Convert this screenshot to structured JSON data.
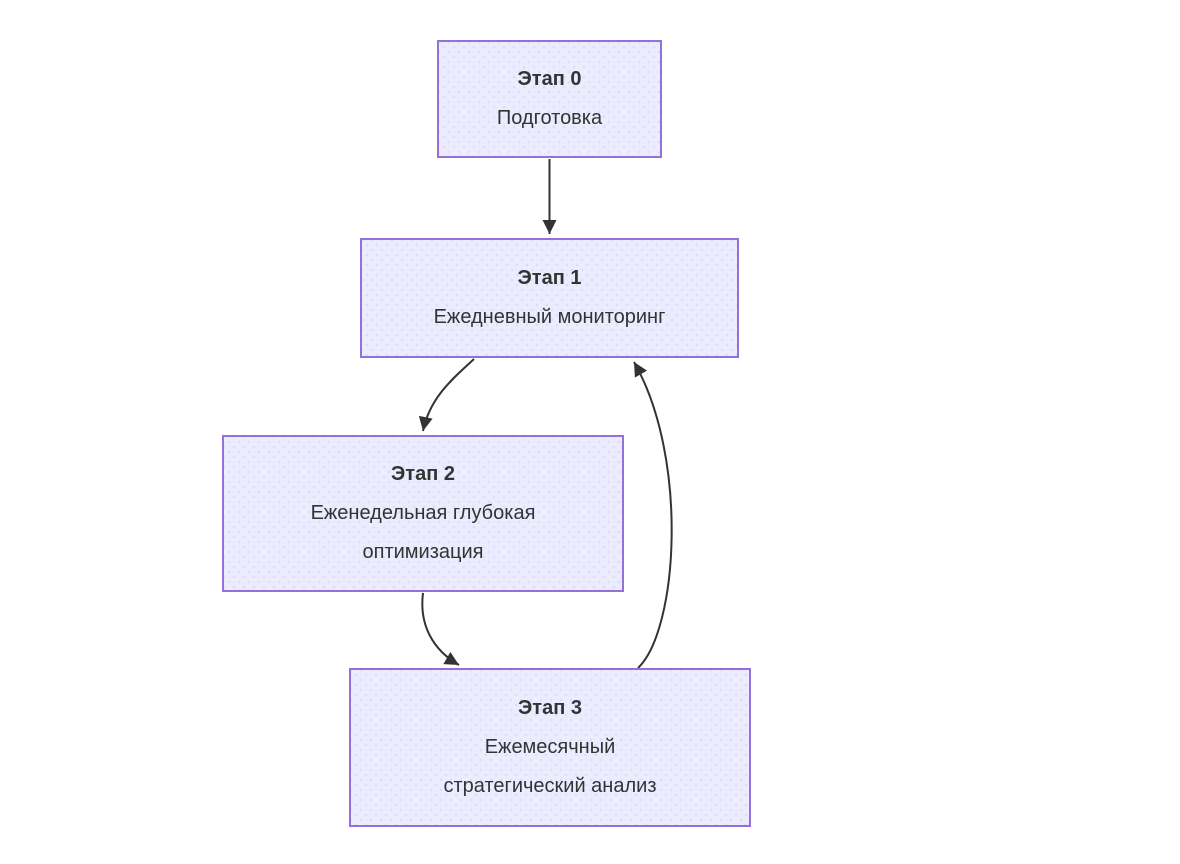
{
  "diagram": {
    "type": "flowchart",
    "background_color": "#ffffff",
    "node_fill_color": "#ECECFF",
    "node_border_color": "#9370DB",
    "text_color": "#333333",
    "arrow_color": "#333333",
    "nodes": [
      {
        "id": "stage-0",
        "title": "Этап 0",
        "lines": [
          "Подготовка"
        ]
      },
      {
        "id": "stage-1",
        "title": "Этап 1",
        "lines": [
          "Ежедневный мониторинг"
        ]
      },
      {
        "id": "stage-2",
        "title": "Этап 2",
        "lines": [
          "Еженедельная глубокая",
          "оптимизация"
        ]
      },
      {
        "id": "stage-3",
        "title": "Этап 3",
        "lines": [
          "Ежемесячный",
          "стратегический анализ"
        ]
      }
    ],
    "edges": [
      {
        "from": "Этап 0",
        "to": "Этап 1",
        "shape": "straight-down"
      },
      {
        "from": "Этап 1",
        "to": "Этап 2",
        "shape": "curve-down-left"
      },
      {
        "from": "Этап 2",
        "to": "Этап 3",
        "shape": "curve-down-right"
      },
      {
        "from": "Этап 3",
        "to": "Этап 1",
        "shape": "curve-up-loop"
      }
    ]
  }
}
